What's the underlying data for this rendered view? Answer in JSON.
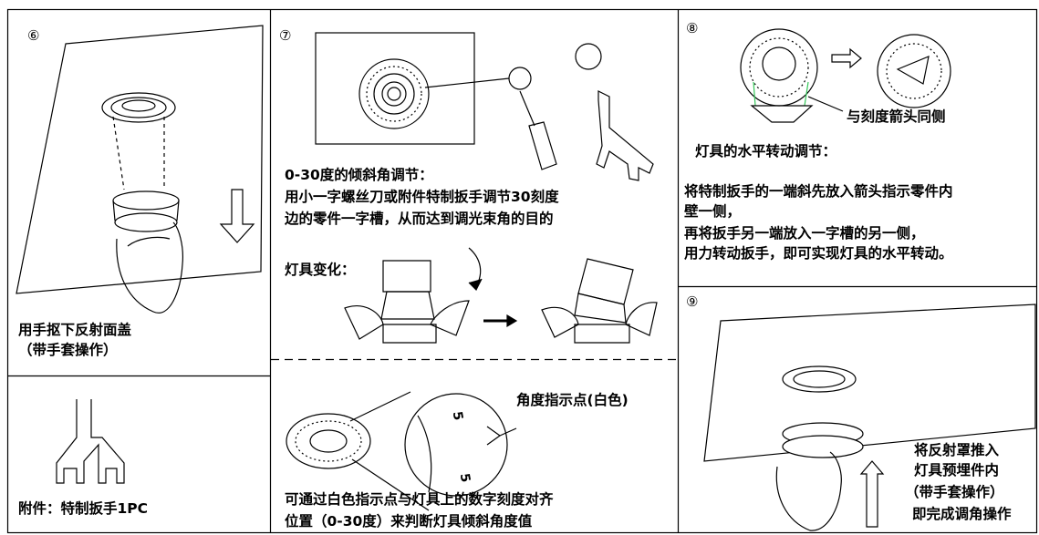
{
  "steps": {
    "s6": {
      "number": "⑥",
      "caption_l1": "用手抠下反射面盖",
      "caption_l2": "（带手套操作）"
    },
    "accessory": {
      "caption": "附件：特制扳手1PC"
    },
    "s7": {
      "number": "⑦",
      "title": "0-30度的倾斜角调节：",
      "desc_l1": "用小一字螺丝刀或附件特制扳手调节30刻度",
      "desc_l2": "边的零件一字槽，从而达到调光束角的目的",
      "change_label": "灯具变化："
    },
    "angle": {
      "pointer_label": "角度指示点(白色)",
      "scale_mark_top": "5",
      "scale_mark_bottom": "5",
      "desc_l1": "可通过白色指示点与灯具上的数字刻度对齐",
      "desc_l2": "位置（0-30度）来判断灯具倾斜角度值"
    },
    "s8": {
      "number": "⑧",
      "arrow_note": "与刻度箭头同侧",
      "title": "灯具的水平转动调节：",
      "desc_l1": "将特制扳手的一端斜先放入箭头指示零件内",
      "desc_l2": "壁一侧，",
      "desc_l3": "再将扳手另一端放入一字槽的另一侧，",
      "desc_l4": "用力转动扳手，即可实现灯具的水平转动。"
    },
    "s9": {
      "number": "⑨",
      "desc_l1": "将反射罩推入",
      "desc_l2": "灯具预埋件内",
      "desc_l3": "（带手套操作）",
      "desc_l4": "即完成调角操作"
    }
  },
  "colors": {
    "line": "#000000",
    "highlight": "#34c759"
  }
}
